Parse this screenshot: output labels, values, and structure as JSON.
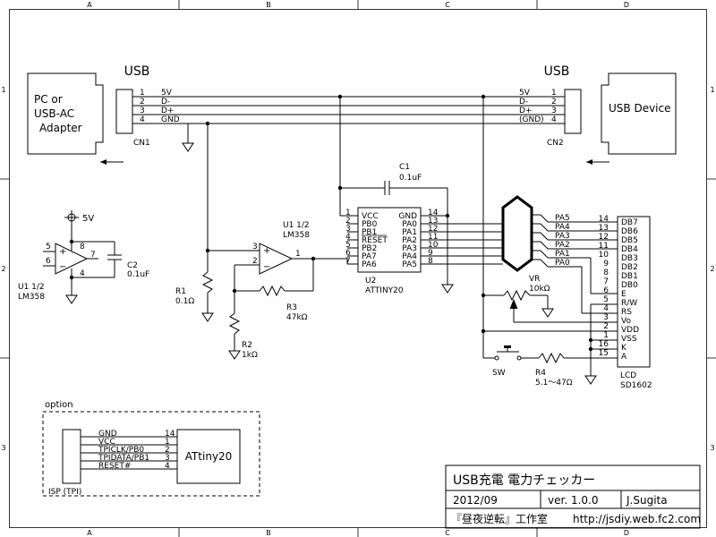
{
  "frame": {
    "cols": [
      "A",
      "B",
      "C",
      "D"
    ],
    "rows": [
      "1",
      "2",
      "3"
    ]
  },
  "usb_left": {
    "title": "USB",
    "host_label": [
      "PC or",
      "USB-AC",
      "Adapter"
    ],
    "ref": "CN1",
    "pins": [
      "1",
      "2",
      "3",
      "4"
    ],
    "signals": [
      "5V",
      "D-",
      "D+",
      "GND"
    ]
  },
  "usb_right": {
    "title": "USB",
    "device_label": "USB Device",
    "ref": "CN2",
    "pins": [
      "1",
      "2",
      "3",
      "4"
    ],
    "signals": [
      "5V",
      "D-",
      "D+",
      "(GND)"
    ]
  },
  "opamp_supply": {
    "rail": "5V",
    "pins": [
      "5",
      "6",
      "8",
      "7",
      "4"
    ],
    "ref": "U1 1/2",
    "part": "LM358"
  },
  "c2": {
    "ref": "C2",
    "value": "0.1uF"
  },
  "c1": {
    "ref": "C1",
    "value": "0.1uF"
  },
  "r1": {
    "ref": "R1",
    "value": "0.1Ω"
  },
  "r2": {
    "ref": "R2",
    "value": "1kΩ"
  },
  "r3": {
    "ref": "R3",
    "value": "47kΩ"
  },
  "r4": {
    "ref": "R4",
    "value": "5.1〜47Ω"
  },
  "vr": {
    "ref": "VR",
    "value": "10kΩ"
  },
  "sw": {
    "ref": "SW"
  },
  "opamp_main": {
    "ref": "U1 1/2",
    "part": "LM358",
    "pins": [
      "3",
      "2",
      "1"
    ]
  },
  "mcu": {
    "ref": "U2",
    "part": "ATTINY20",
    "left_pins": [
      {
        "num": "1",
        "name": "VCC"
      },
      {
        "num": "2",
        "name": "PB0"
      },
      {
        "num": "3",
        "name": "PB1"
      },
      {
        "num": "4",
        "name": "RESET"
      },
      {
        "num": "5",
        "name": "PB2"
      },
      {
        "num": "6",
        "name": "PA7"
      },
      {
        "num": "7",
        "name": "PA6"
      }
    ],
    "right_pins": [
      {
        "num": "14",
        "name": "GND"
      },
      {
        "num": "13",
        "name": "PA0"
      },
      {
        "num": "12",
        "name": "PA1"
      },
      {
        "num": "11",
        "name": "PA2"
      },
      {
        "num": "10",
        "name": "PA3"
      },
      {
        "num": "9",
        "name": "PA4"
      },
      {
        "num": "8",
        "name": "PA5"
      }
    ]
  },
  "lcd": {
    "ref": "LCD",
    "part": "SD1602",
    "wire_labels": [
      "PA5",
      "PA4",
      "PA3",
      "PA2",
      "PA1",
      "PA0"
    ],
    "pins": [
      {
        "num": "14",
        "name": "DB7"
      },
      {
        "num": "13",
        "name": "DB6"
      },
      {
        "num": "12",
        "name": "DB5"
      },
      {
        "num": "11",
        "name": "DB4"
      },
      {
        "num": "10",
        "name": "DB3"
      },
      {
        "num": "9",
        "name": "DB2"
      },
      {
        "num": "8",
        "name": "DB1"
      },
      {
        "num": "7",
        "name": "DB0"
      },
      {
        "num": "6",
        "name": "E"
      },
      {
        "num": "5",
        "name": "R/W"
      },
      {
        "num": "4",
        "name": "RS"
      },
      {
        "num": "3",
        "name": "Vo"
      },
      {
        "num": "2",
        "name": "VDD"
      },
      {
        "num": "1",
        "name": "VSS"
      },
      {
        "num": "16",
        "name": "K"
      },
      {
        "num": "15",
        "name": "A"
      }
    ]
  },
  "isp": {
    "option_label": "option",
    "header_label": "ISP (TPI)",
    "target": "ATtiny20",
    "signals": [
      "GND",
      "VCC",
      "TPICLK/PB0",
      "TPIDATA/PB1",
      "RESET#"
    ],
    "pins": [
      "14",
      "1",
      "2",
      "3",
      "4"
    ]
  },
  "title_block": {
    "title": "USB充電 電力チェッカー",
    "date": "2012/09",
    "version": "ver. 1.0.0",
    "author": "J.Sugita",
    "org": "『昼夜逆転』工作室",
    "url": "http://jsdiy.web.fc2.com"
  }
}
